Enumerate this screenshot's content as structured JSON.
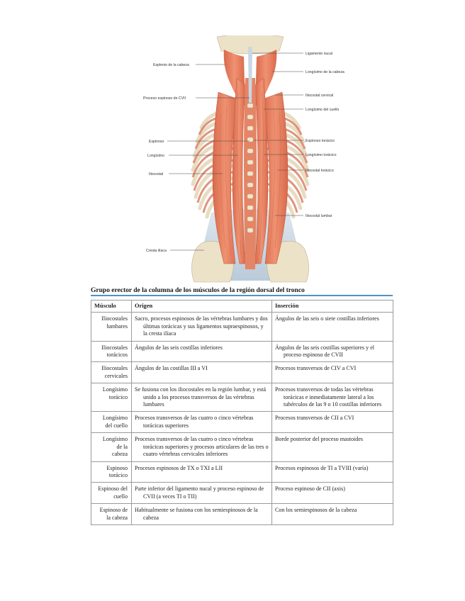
{
  "figure": {
    "labels_left": [
      "Esplenio de la cabeza",
      "Proceso espinoso de CVII",
      "Espinoso",
      "Longísimo",
      "Iliocostal",
      "Cresta ilíaca"
    ],
    "labels_right": [
      "Ligamento nucal",
      "Longísimo de la cabeza",
      "Iliocostal cervical",
      "Longísimo del cuello",
      "Espinoso torácico",
      "Longísimo torácico",
      "Iliocostal torácico",
      "Iliocostal lumbar"
    ],
    "colors": {
      "muscle": "#e27a5b",
      "muscle_dark": "#c75b3f",
      "bone": "#eee5cf",
      "fascia": "#c8d6e3"
    }
  },
  "table": {
    "caption": "Grupo erector de la columna de los músculos de la región dorsal del tronco",
    "headers": [
      "Músculo",
      "Origen",
      "Inserción"
    ],
    "rows": [
      {
        "muscle": [
          "Iliocostales",
          "lumbares"
        ],
        "origin": "Sacro, procesos espinosos de las vértebras lumbares y dos últimas torácicas y sus ligamentos supraespinosos, y la cresta ilíaca",
        "insertion": "Ángulos de las seis o siete costillas inferiores"
      },
      {
        "muscle": [
          "Iliocostales",
          "torácicos"
        ],
        "origin": "Ángulos de las seis costillas inferiores",
        "insertion": "Ángulos de las seis costillas superiores y el proceso espinoso de CVII"
      },
      {
        "muscle": [
          "Iliocostales",
          "cervicales"
        ],
        "origin": "Ángulos de las costillas III a VI",
        "insertion": "Procesos transversos de CIV a CVI"
      },
      {
        "muscle": [
          "Longísimo",
          "torácico"
        ],
        "origin": "Se fusiona con los iliocostales en la región lumbar, y está unido a los procesos transversos de las vértebras lumbares",
        "insertion": "Procesos transversos de todas las vértebras torácicas e inmediatamente lateral a los tubérculos de las 9 o 10 costillas inferiores"
      },
      {
        "muscle": [
          "Longísimo",
          "del cuello"
        ],
        "origin": "Procesos transversos de las cuatro o cinco vértebras torácicas superiores",
        "insertion": "Procesos transversos de CII a CVI"
      },
      {
        "muscle": [
          "Longísimo",
          "de la",
          "cabeza"
        ],
        "origin": "Procesos transversos de las cuatro o cinco vértebras torácicas superiores y procesos articulares de las tres o cuatro vértebras cervicales inferiores",
        "insertion": "Borde posterior del proceso mastoides"
      },
      {
        "muscle": [
          "Espinoso",
          "torácico"
        ],
        "origin": "Procesos espinosos de TX o TXI a LII",
        "insertion": "Procesos espinosos de TI a TVIII (varía)"
      },
      {
        "muscle": [
          "Espinoso del",
          "cuello"
        ],
        "origin": "Parte inferior del ligamento nucal y proceso espinoso de CVII (a veces TI o TII)",
        "insertion": "Proceso espinoso de CII (axis)"
      },
      {
        "muscle": [
          "Espinoso de",
          "la cabeza"
        ],
        "origin": "Habitualmente se fusiona con los semiespinosos de la cabeza",
        "insertion": "Con los semiespinosos de la cabeza"
      }
    ]
  }
}
